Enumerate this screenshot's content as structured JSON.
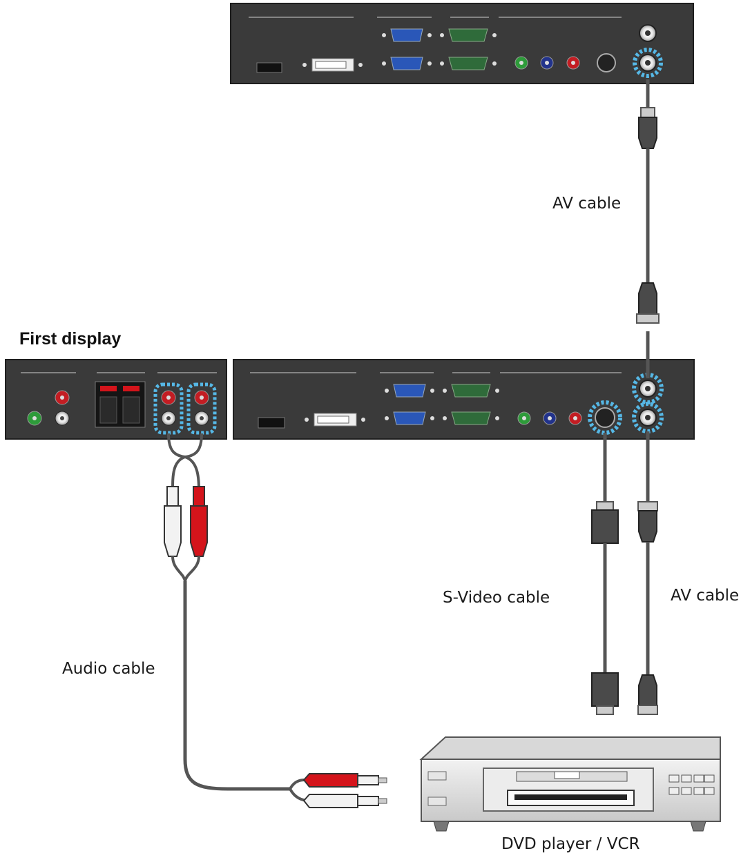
{
  "labels": {
    "first_display": "First display",
    "av_cable_top": "AV cable",
    "s_video_cable": "S-Video cable",
    "av_cable_bottom": "AV cable",
    "audio_cable": "Audio cable",
    "dvd_player": "DVD player / VCR"
  },
  "colors": {
    "panel": "#3a3a3a",
    "panel_border": "#1e1e1e",
    "cable": "#555555",
    "highlight": "#56b8e6",
    "rca_red": "#d4141b",
    "rca_white": "#f2f2f2",
    "vga_blue": "#2a57b8",
    "component_green": "#2e9b3a",
    "component_blue": "#22338c",
    "component_red": "#c31d23"
  },
  "icons": {
    "display_panel": "display-rear-panel-icon",
    "dvd_player": "dvd-player-icon",
    "rca_plug": "rca-plug-icon",
    "svideo_plug": "svideo-plug-icon"
  }
}
